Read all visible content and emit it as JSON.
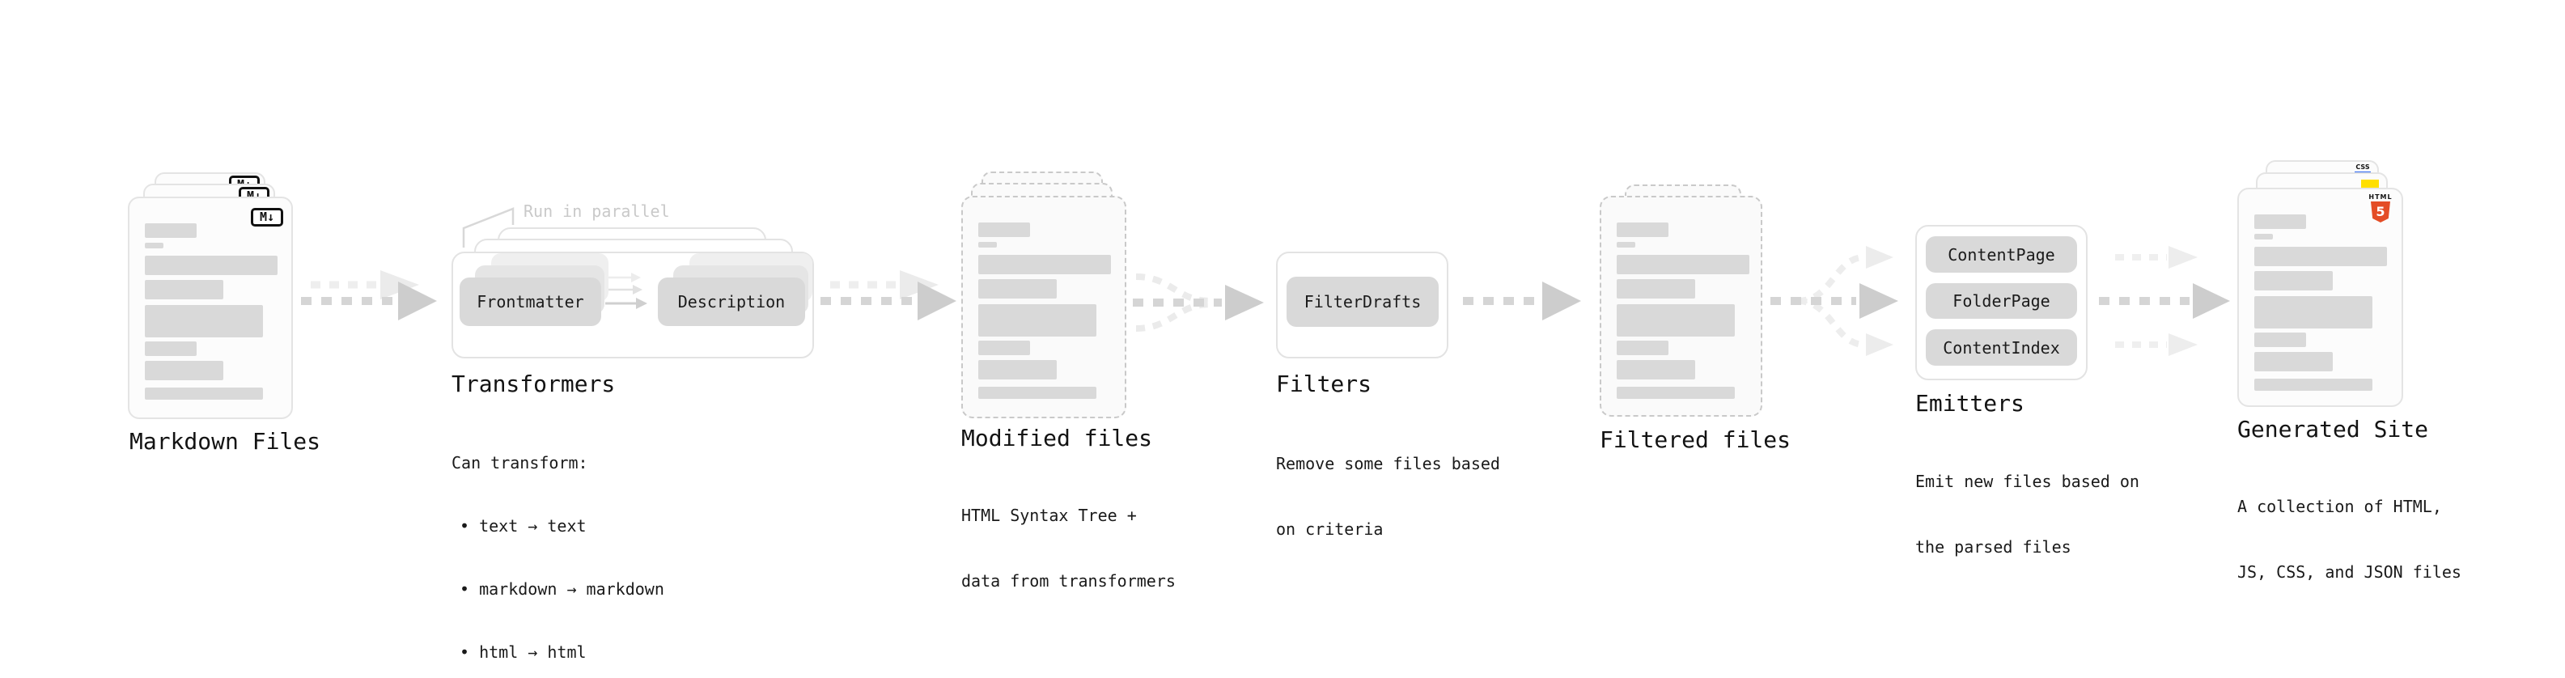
{
  "markdown": {
    "title": "Markdown Files",
    "badge": "M↓"
  },
  "transformers": {
    "annotation": "Run in parallel",
    "frontmatter_label": "Frontmatter",
    "description_label": "Description",
    "title": "Transformers",
    "subtitle": "Can transform:",
    "bullets": [
      "• text → text",
      "• markdown → markdown",
      "• html → html"
    ]
  },
  "modified": {
    "title": "Modified files",
    "desc_line1": "HTML Syntax Tree +",
    "desc_line2": "data from transformers"
  },
  "filters": {
    "title": "Filters",
    "filter_label": "FilterDrafts",
    "desc_line1": "Remove some files based",
    "desc_line2": "on criteria"
  },
  "filtered": {
    "title": "Filtered files"
  },
  "emitters": {
    "title": "Emitters",
    "emitter1": "ContentPage",
    "emitter2": "FolderPage",
    "emitter3": "ContentIndex",
    "desc_line1": "Emit new files based on",
    "desc_line2": "the parsed files"
  },
  "generated": {
    "title": "Generated Site",
    "desc_line1": "A collection of HTML,",
    "desc_line2": "JS, CSS, and JSON files",
    "css_badge": "CSS",
    "html_badge_text": "HTML",
    "html_badge_number": "5"
  },
  "colors": {
    "html5_orange": "#e44d26",
    "js_yellow": "#ffdf00",
    "css_blue": "#2965f1",
    "chip_gray": "#d9d9d9",
    "bar_gray": "#d9d9d9",
    "annotation_gray": "#c9c9c9"
  }
}
